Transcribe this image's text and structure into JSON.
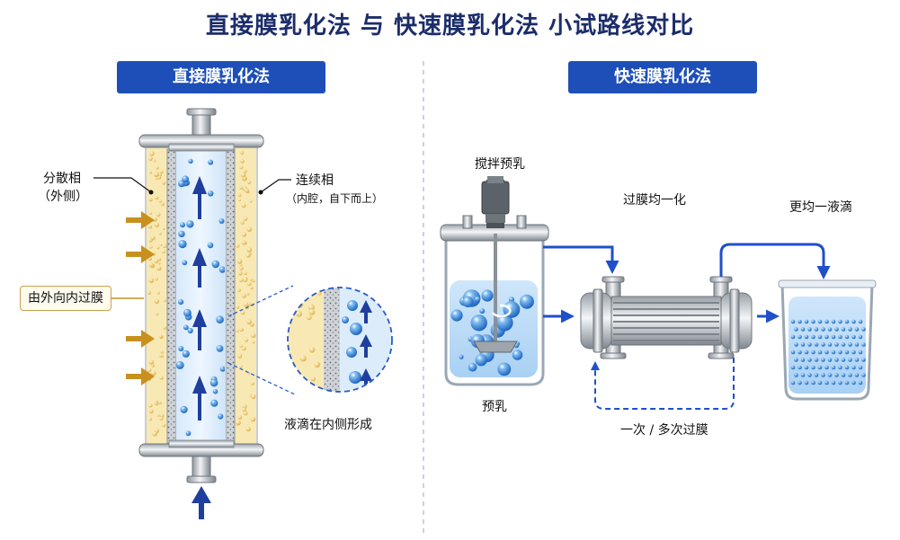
{
  "title": "直接膜乳化法 与 快速膜乳化法 小试路线对比",
  "left": {
    "header": "直接膜乳化法",
    "dispersed_label_1": "分散相",
    "dispersed_label_2": "（外侧）",
    "continuous_label_1": "连续相",
    "continuous_label_2": "（内腔，自下而上）",
    "permeation_label": "由外向内过膜",
    "zoom_label": "液滴在内侧形成"
  },
  "right": {
    "header": "快速膜乳化法",
    "stir_label": "搅拌预乳",
    "pre_label": "预乳",
    "pass_label": "过膜均一化",
    "result_label": "更均一液滴",
    "cycle_label": "一次 / 多次过膜"
  },
  "colors": {
    "title": "#1c2d6b",
    "pill": "#1e4fb8",
    "arrow_blue": "#1f4fc9",
    "arrow_gold": "#c8901e",
    "dispersed": "#f8e9b4",
    "droplet": "#2f7fd6"
  }
}
